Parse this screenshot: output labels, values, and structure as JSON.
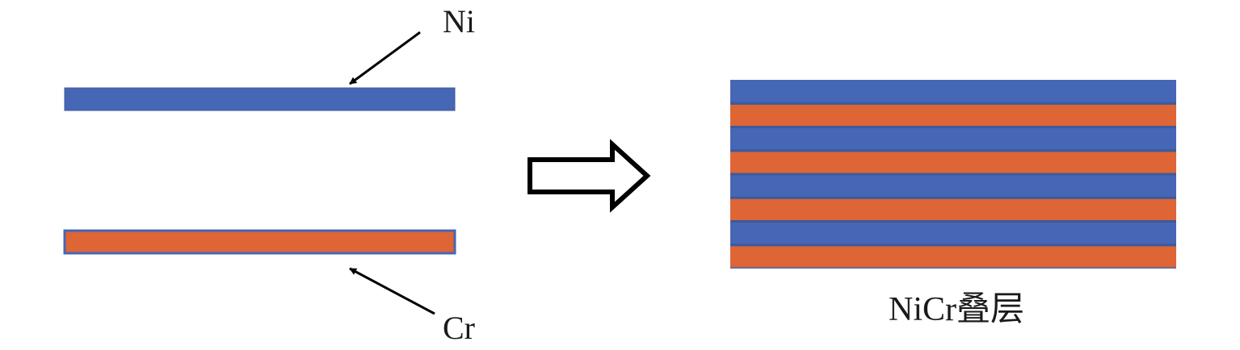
{
  "labels": {
    "ni": "Ni",
    "cr": "Cr",
    "stack": "NiCr叠层"
  },
  "colors": {
    "ni": "#4667B5",
    "cr": "#DE6535",
    "edge": "#3E5A9C",
    "arrow": "#000000"
  },
  "stack": {
    "layers": [
      "Ni",
      "Cr",
      "Ni",
      "Cr",
      "Ni",
      "Cr",
      "Ni",
      "Cr"
    ]
  }
}
